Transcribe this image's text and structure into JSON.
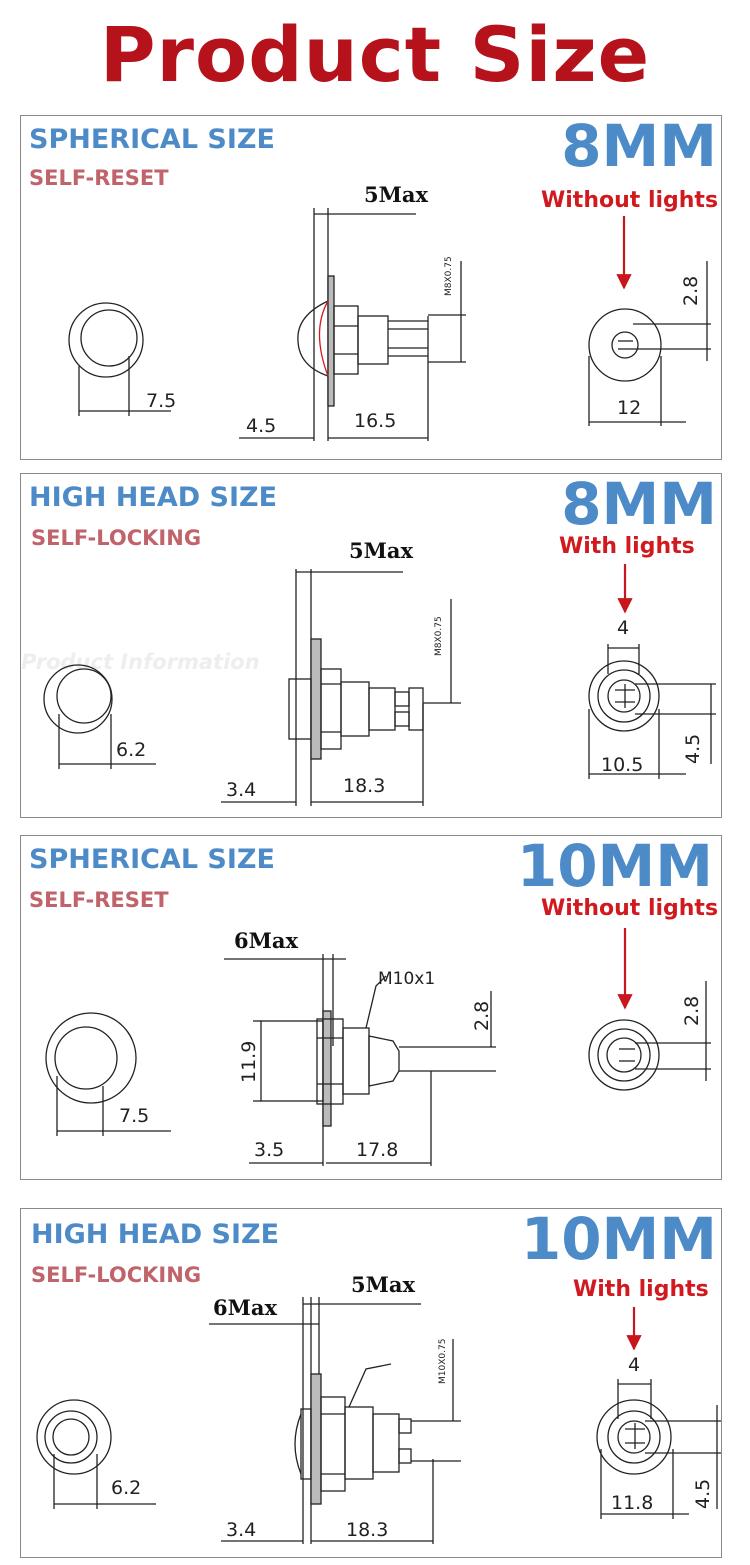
{
  "title": "Product Size",
  "panels": [
    {
      "size_label": "SPHERICAL SIZE",
      "mode_label": "SELF-RESET",
      "mm_label": "8MM",
      "light_label": "Without lights",
      "dims": {
        "head": "7.5",
        "max": "5Max",
        "thread": "M8X0.75",
        "flange": "4.5",
        "body": "16.5",
        "pin": "2.8",
        "front": "12"
      }
    },
    {
      "size_label": "HIGH HEAD SIZE",
      "mode_label": "SELF-LOCKING",
      "mm_label": "8MM",
      "light_label": "With lights",
      "watermark": "Product Information",
      "dims": {
        "head": "6.2",
        "max": "5Max",
        "thread": "M8X0.75",
        "flange": "3.4",
        "body": "18.3",
        "top": "4",
        "front": "10.5",
        "pin": "4.5"
      }
    },
    {
      "size_label": "SPHERICAL SIZE",
      "mode_label": "SELF-RESET",
      "mm_label": "10MM",
      "light_label": "Without lights",
      "dims": {
        "head": "7.5",
        "max": "6Max",
        "thread": "M10x1",
        "height": "11.9",
        "pin_side": "2.8",
        "flange": "3.5",
        "body": "17.8",
        "pin": "2.8"
      }
    },
    {
      "size_label": "HIGH HEAD SIZE",
      "mode_label": "SELF-LOCKING",
      "mm_label": "10MM",
      "light_label": "With lights",
      "dims": {
        "head": "6.2",
        "max6": "6Max",
        "max5": "5Max",
        "thread": "M10X0.75",
        "flange": "3.4",
        "body": "18.3",
        "top": "4",
        "front": "11.8",
        "pin": "4.5"
      }
    }
  ],
  "colors": {
    "title": "#b5121b",
    "size": "#4d8ac8",
    "mode": "#c0636a",
    "light": "#d11a1f",
    "arrow": "#c8161d"
  }
}
